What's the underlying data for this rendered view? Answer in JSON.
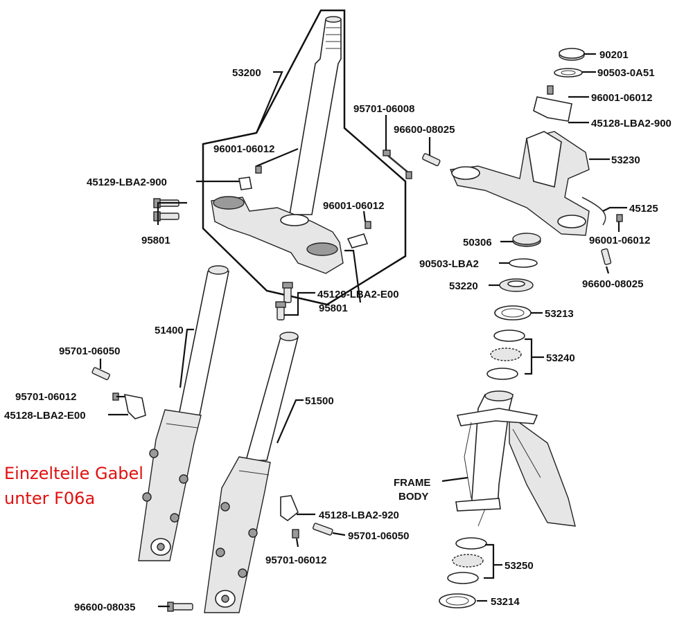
{
  "labels": {
    "p53200": "53200",
    "p96001_top": "96001-06012",
    "p45129_900": "45129-LBA2-900",
    "p95801_left": "95801",
    "p95701_06008": "95701-06008",
    "p96600_08025_top": "96600-08025",
    "p96001_mid": "96001-06012",
    "p45129_E00": "45129-LBA2-E00",
    "p95801_mid": "95801",
    "p90201": "90201",
    "p90503_0A51": "90503-0A51",
    "p96001_right": "96001-06012",
    "p45128_900": "45128-LBA2-900",
    "p53230": "53230",
    "p45125": "45125",
    "p96001_right2": "96001-06012",
    "p50306": "50306",
    "p90503_LBA2": "90503-LBA2",
    "p53220": "53220",
    "p96600_08025_right": "96600-08025",
    "p53213": "53213",
    "p53240": "53240",
    "p51400": "51400",
    "p95701_06050_left": "95701-06050",
    "p95701_06012_left": "95701-06012",
    "p45128_E00": "45128-LBA2-E00",
    "p51500": "51500",
    "frame_line1": "FRAME",
    "frame_line2": "BODY",
    "p45128_920": "45128-LBA2-920",
    "p95701_06050_mid": "95701-06050",
    "p95701_06012_mid": "95701-06012",
    "p53250": "53250",
    "p96600_08035": "96600-08035",
    "p53214": "53214"
  },
  "annotation": {
    "line1": "Einzelteile Gabel",
    "line2": "unter F06a",
    "color": "#e01010"
  }
}
